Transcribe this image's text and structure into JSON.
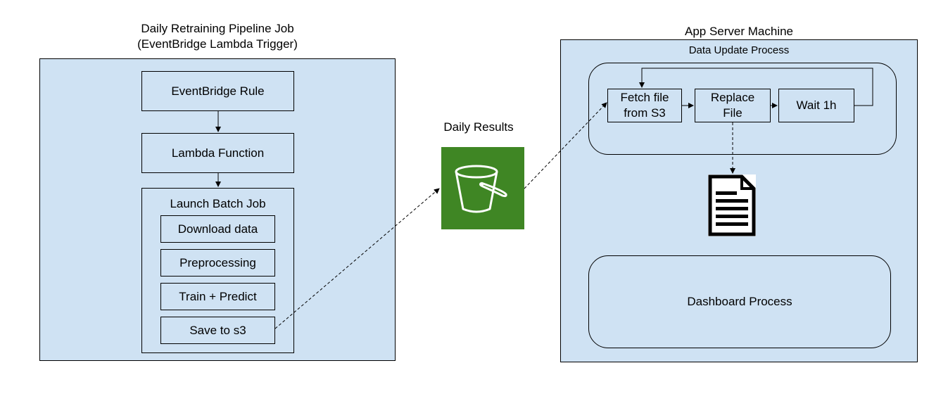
{
  "left": {
    "title_line1": "Daily Retraining Pipeline Job",
    "title_line2": "(EventBridge Lambda Trigger)",
    "eventbridge_rule": "EventBridge Rule",
    "lambda_function": "Lambda Function",
    "batch": {
      "title": "Launch Batch Job",
      "steps": [
        "Download data",
        "Preprocessing",
        "Train + Predict",
        "Save to s3"
      ]
    }
  },
  "middle": {
    "title": "Daily Results",
    "icon": "s3-bucket-icon",
    "icon_color": "#3f8624"
  },
  "right": {
    "title": "App Server Machine",
    "data_update": {
      "title": "Data Update Process",
      "fetch_line1": "Fetch file",
      "fetch_line2": "from S3",
      "replace_line1": "Replace",
      "replace_line2": "File",
      "wait": "Wait 1h"
    },
    "file_icon": "document-icon",
    "dashboard": "Dashboard Process"
  },
  "colors": {
    "panel_fill": "#cfe2f3",
    "border": "#000000"
  }
}
